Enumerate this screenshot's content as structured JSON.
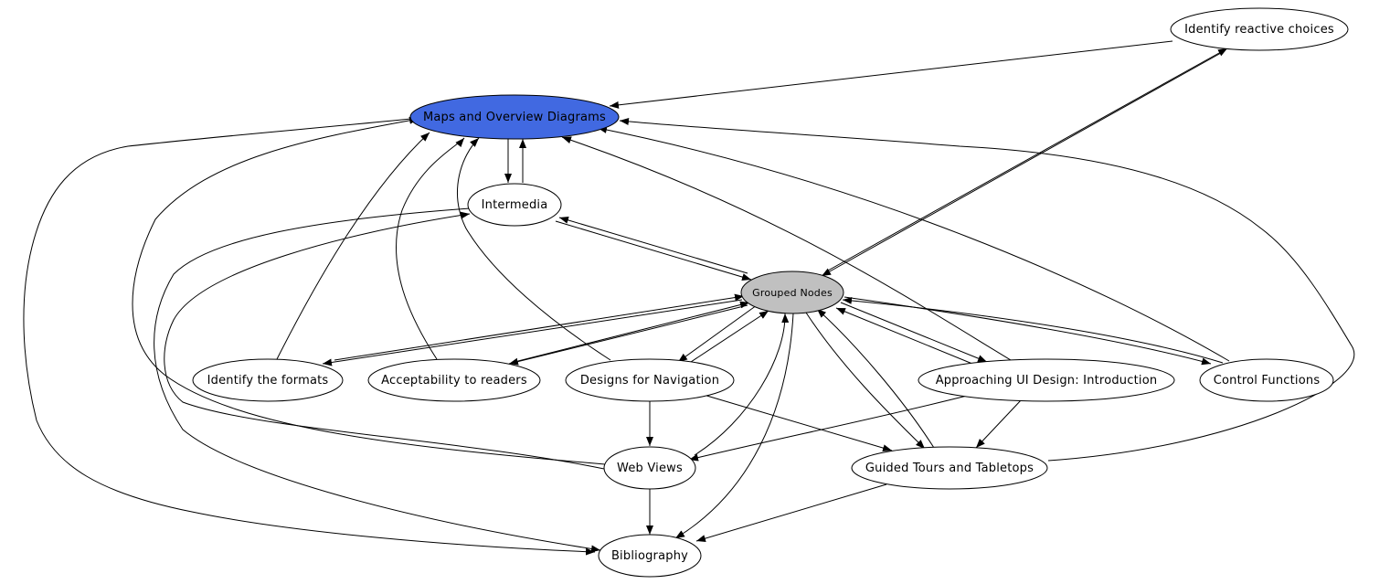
{
  "colors": {
    "highlight": "#4169e1",
    "group": "#c0c0c0",
    "default": "#ffffff"
  },
  "nodes": {
    "identify_reactive": {
      "label": "Identify reactive choices",
      "style": "default"
    },
    "maps": {
      "label": "Maps and Overview Diagrams",
      "style": "highlight"
    },
    "intermedia": {
      "label": "Intermedia",
      "style": "default"
    },
    "grouped": {
      "label": "Grouped Nodes",
      "style": "group"
    },
    "identify_formats": {
      "label": "Identify the formats",
      "style": "default"
    },
    "acceptability": {
      "label": "Acceptability to readers",
      "style": "default"
    },
    "designs_nav": {
      "label": "Designs for Navigation",
      "style": "default"
    },
    "approaching_ui": {
      "label": "Approaching UI Design: Introduction",
      "style": "default"
    },
    "control_functions": {
      "label": "Control Functions",
      "style": "default"
    },
    "web_views": {
      "label": "Web Views",
      "style": "default"
    },
    "guided_tours": {
      "label": "Guided Tours and Tabletops",
      "style": "default"
    },
    "bibliography": {
      "label": "Bibliography",
      "style": "default"
    }
  },
  "edges": [
    {
      "from": "identify_reactive",
      "to": "maps"
    },
    {
      "from": "maps",
      "to": "intermedia"
    },
    {
      "from": "intermedia",
      "to": "maps"
    },
    {
      "from": "intermedia",
      "to": "grouped"
    },
    {
      "from": "grouped",
      "to": "intermedia"
    },
    {
      "from": "grouped",
      "to": "identify_reactive"
    },
    {
      "from": "identify_reactive",
      "to": "grouped"
    },
    {
      "from": "identify_formats",
      "to": "maps"
    },
    {
      "from": "acceptability",
      "to": "maps"
    },
    {
      "from": "designs_nav",
      "to": "maps"
    },
    {
      "from": "approaching_ui",
      "to": "maps"
    },
    {
      "from": "control_functions",
      "to": "maps"
    },
    {
      "from": "web_views",
      "to": "maps"
    },
    {
      "from": "guided_tours",
      "to": "maps"
    },
    {
      "from": "maps",
      "to": "bibliography"
    },
    {
      "from": "grouped",
      "to": "identify_formats"
    },
    {
      "from": "identify_formats",
      "to": "grouped"
    },
    {
      "from": "grouped",
      "to": "acceptability"
    },
    {
      "from": "acceptability",
      "to": "grouped"
    },
    {
      "from": "grouped",
      "to": "designs_nav"
    },
    {
      "from": "designs_nav",
      "to": "grouped"
    },
    {
      "from": "grouped",
      "to": "approaching_ui"
    },
    {
      "from": "approaching_ui",
      "to": "grouped"
    },
    {
      "from": "grouped",
      "to": "control_functions"
    },
    {
      "from": "control_functions",
      "to": "grouped"
    },
    {
      "from": "grouped",
      "to": "guided_tours"
    },
    {
      "from": "guided_tours",
      "to": "grouped"
    },
    {
      "from": "web_views",
      "to": "grouped"
    },
    {
      "from": "grouped",
      "to": "bibliography"
    },
    {
      "from": "designs_nav",
      "to": "web_views"
    },
    {
      "from": "designs_nav",
      "to": "guided_tours"
    },
    {
      "from": "approaching_ui",
      "to": "web_views"
    },
    {
      "from": "approaching_ui",
      "to": "guided_tours"
    },
    {
      "from": "web_views",
      "to": "bibliography"
    },
    {
      "from": "guided_tours",
      "to": "bibliography"
    },
    {
      "from": "intermedia",
      "to": "bibliography"
    },
    {
      "from": "web_views",
      "to": "intermedia"
    }
  ]
}
